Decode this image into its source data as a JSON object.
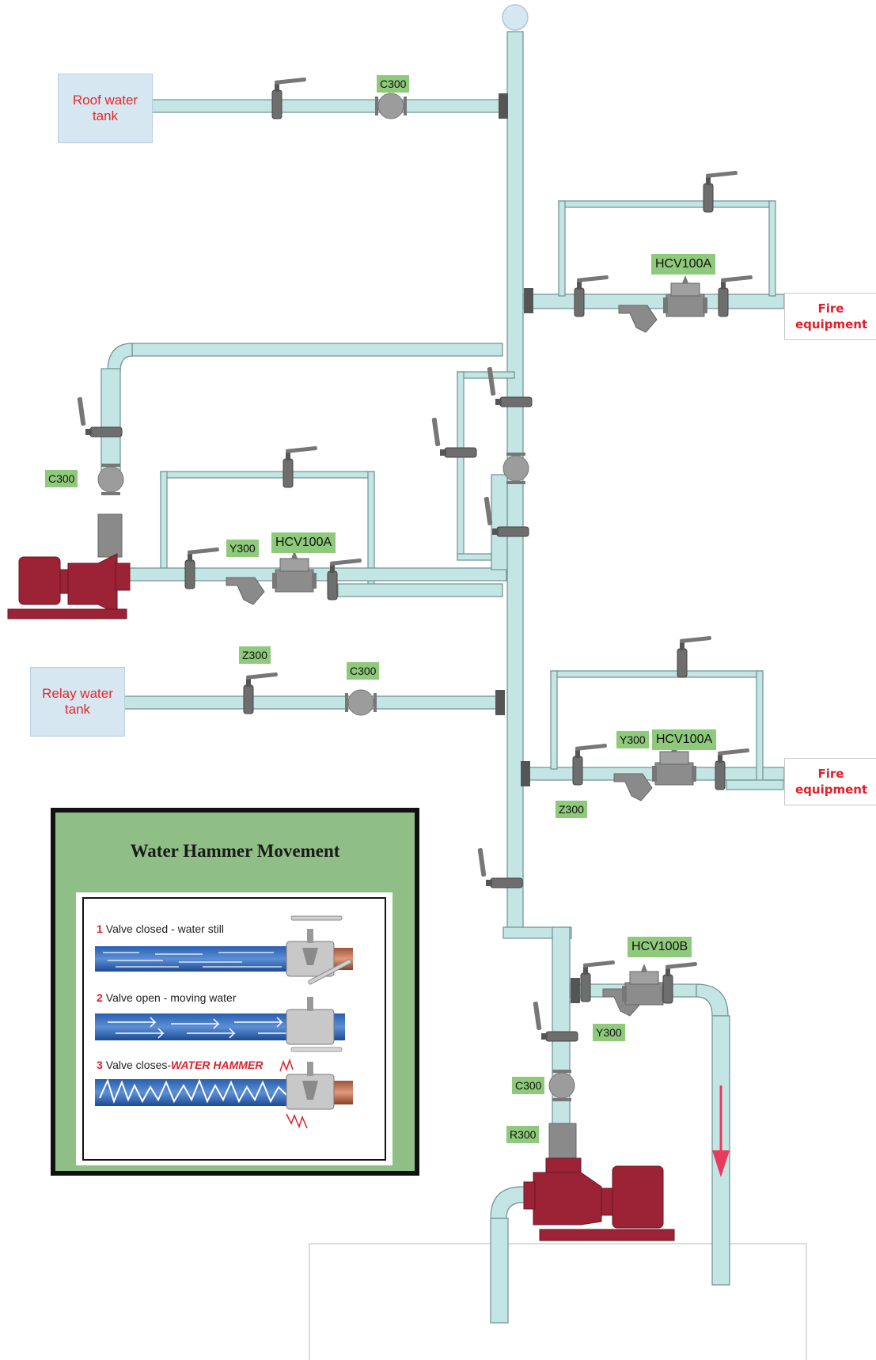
{
  "tanks": {
    "roof": "Roof water tank",
    "relay": "Relay water tank"
  },
  "fire_equipment": {
    "upper": "Fire equipment",
    "lower": "Fire equipment"
  },
  "labels": {
    "roof_c300": "C300",
    "upper_hcv": "HCV100A",
    "left_c300": "C300",
    "left_y300": "Y300",
    "left_hcv": "HCV100A",
    "relay_z300": "Z300",
    "relay_c300": "C300",
    "lower_y300": "Y300",
    "lower_hcv": "HCV100A",
    "lower_z300": "Z300",
    "bottom_hcv": "HCV100B",
    "bottom_y300": "Y300",
    "bottom_c300": "C300",
    "bottom_r300": "R300"
  },
  "inset": {
    "title": "Water Hammer Movement",
    "steps": [
      {
        "num": "1",
        "text": "Valve closed - water still"
      },
      {
        "num": "2",
        "text": "Valve open - moving water"
      },
      {
        "num": "3",
        "text": "Valve closes-",
        "highlight": "WATER HAMMER"
      }
    ]
  },
  "colors": {
    "pipe": "#c3e5e4",
    "pipe_outline": "#6f8f92",
    "pump": "#9b2335",
    "valve": "#7a7a7a",
    "tag": "#8fc97b",
    "inset_bg": "#8fbe86",
    "flow_arrow": "#e83a5c"
  },
  "icons": [
    "pump-icon",
    "gate-valve-icon",
    "check-valve-icon",
    "strainer-icon",
    "control-valve-icon",
    "flow-arrow-icon"
  ]
}
